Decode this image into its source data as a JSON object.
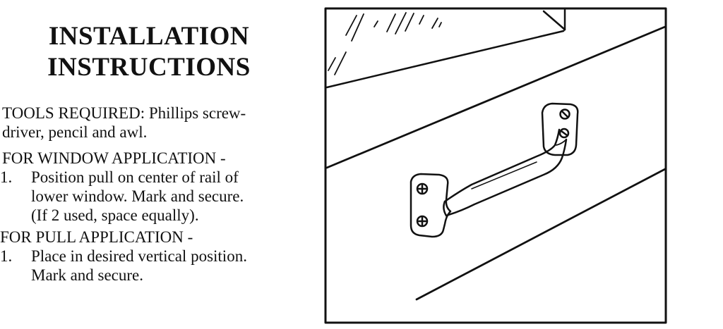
{
  "heading": {
    "line1": "INSTALLATION",
    "line2": "INSTRUCTIONS"
  },
  "tools": {
    "line1": "TOOLS REQUIRED: Phillips screw-",
    "line2": "driver, pencil and awl."
  },
  "window_application": {
    "heading": "FOR WINDOW APPLICATION -",
    "step_number": "1.",
    "step_lines": [
      "Position pull on center of rail of",
      "lower window. Mark and secure.",
      "(If 2 used, space equally)."
    ]
  },
  "pull_application": {
    "heading": "FOR PULL APPLICATION -",
    "step_number": "1.",
    "step_lines": [
      "Place in desired vertical position.",
      "Mark and secure."
    ]
  },
  "illustration": {
    "subject": "window-pull-handle-mounted-on-window-rail"
  }
}
